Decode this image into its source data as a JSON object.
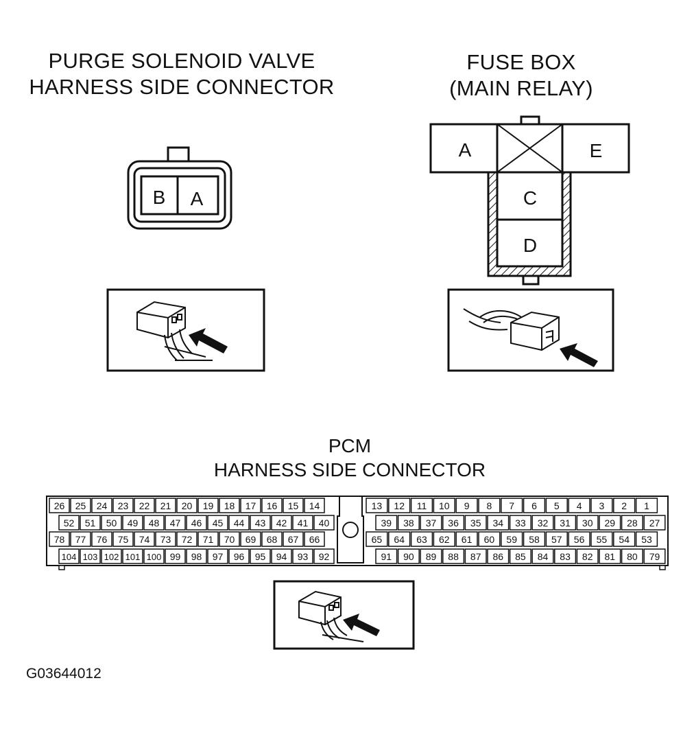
{
  "purge": {
    "title_line1": "PURGE SOLENOID VALVE",
    "title_line2": "HARNESS SIDE CONNECTOR",
    "terminals": [
      "B",
      "A"
    ]
  },
  "fusebox": {
    "title_line1": "FUSE BOX",
    "title_line2": "(MAIN RELAY)",
    "terminals": {
      "a": "A",
      "e": "E",
      "c": "C",
      "d": "D"
    }
  },
  "pcm": {
    "title_line1": "PCM",
    "title_line2": "HARNESS SIDE CONNECTOR",
    "left_rows": [
      [
        "26",
        "25",
        "24",
        "23",
        "22",
        "21",
        "20",
        "19",
        "18",
        "17",
        "16",
        "15",
        "14"
      ],
      [
        "52",
        "51",
        "50",
        "49",
        "48",
        "47",
        "46",
        "45",
        "44",
        "43",
        "42",
        "41",
        "40"
      ],
      [
        "78",
        "77",
        "76",
        "75",
        "74",
        "73",
        "72",
        "71",
        "70",
        "69",
        "68",
        "67",
        "66"
      ],
      [
        "104",
        "103",
        "102",
        "101",
        "100",
        "99",
        "98",
        "97",
        "96",
        "95",
        "94",
        "93",
        "92"
      ]
    ],
    "right_rows": [
      [
        "13",
        "12",
        "11",
        "10",
        "9",
        "8",
        "7",
        "6",
        "5",
        "4",
        "3",
        "2",
        "1"
      ],
      [
        "39",
        "38",
        "37",
        "36",
        "35",
        "34",
        "33",
        "32",
        "31",
        "30",
        "29",
        "28",
        "27"
      ],
      [
        "65",
        "64",
        "63",
        "62",
        "61",
        "60",
        "59",
        "58",
        "57",
        "56",
        "55",
        "54",
        "53"
      ],
      [
        "91",
        "90",
        "89",
        "88",
        "87",
        "86",
        "85",
        "84",
        "83",
        "82",
        "81",
        "80",
        "79"
      ]
    ]
  },
  "figure_id": "G03644012"
}
